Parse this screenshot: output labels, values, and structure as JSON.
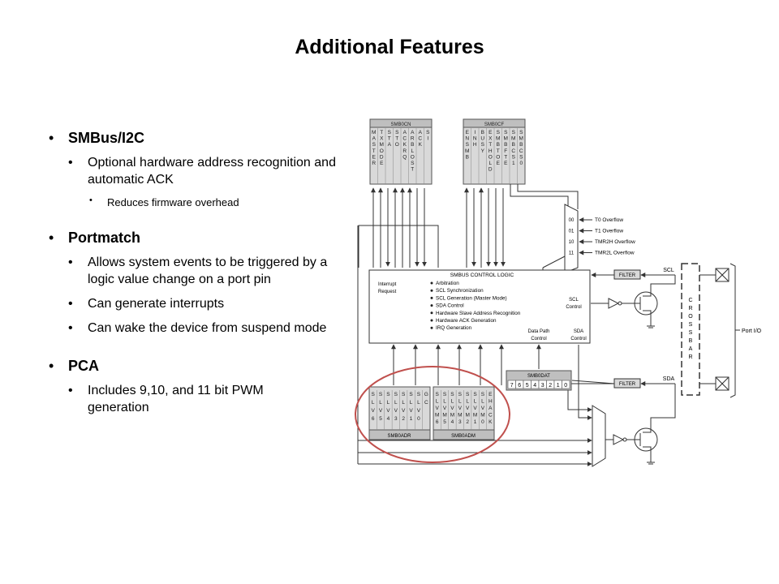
{
  "slide": {
    "title": "Additional Features",
    "sections": [
      {
        "heading": "SMBus/I2C",
        "items": [
          {
            "text": "Optional hardware address recognition and automatic ACK",
            "subitems": [
              "Reduces firmware overhead"
            ]
          }
        ]
      },
      {
        "heading": "Portmatch",
        "items": [
          {
            "text": "Allows system events to be triggered by a logic value change on a port pin"
          },
          {
            "text": "Can generate interrupts"
          },
          {
            "text": "Can wake the device from suspend mode"
          }
        ]
      },
      {
        "heading": "PCA",
        "items": [
          {
            "text": "Includes 9,10, and 11 bit PWM generation"
          }
        ]
      }
    ]
  },
  "diagram": {
    "smb0cn": {
      "name": "SMB0CN",
      "bits": [
        "MASTER",
        "TXMODE",
        "STA",
        "STO",
        "ACKRQ",
        "ARBLOST",
        "ACK",
        "SI"
      ]
    },
    "smb0cf": {
      "name": "SMB0CF",
      "bits": [
        "ENSMB",
        "INH",
        "BUSY",
        "EXTHOLD",
        "SMBTOE",
        "SMBFTE",
        "SMBCS1",
        "SMBCS0"
      ]
    },
    "mux_inputs": [
      {
        "code": "00",
        "label": "T0 Overflow"
      },
      {
        "code": "01",
        "label": "T1 Overflow"
      },
      {
        "code": "10",
        "label": "TMR2H Overflow"
      },
      {
        "code": "11",
        "label": "TMR2L Overflow"
      }
    ],
    "control_logic": {
      "title": "SMBUS CONTROL LOGIC",
      "interrupt": [
        "Interrupt",
        "Request"
      ],
      "functions": [
        "Arbitration",
        "SCL Synchronization",
        "SCL Generation (Master Mode)",
        "SDA Control",
        "Hardware Slave Address Recognition",
        "Hardware ACK Generation",
        "IRQ Generation"
      ],
      "scl_control": [
        "SCL",
        "Control"
      ],
      "data_path": [
        "Data Path",
        "Control"
      ],
      "sda_control": [
        "SDA",
        "Control"
      ]
    },
    "filter": "FILTER",
    "scl": "SCL",
    "sda": "SDA",
    "crossbar": "CROSSBAR",
    "port_io": "Port I/O",
    "smb0dat": {
      "name": "SMB0DAT",
      "bits": [
        "7",
        "6",
        "5",
        "4",
        "3",
        "2",
        "1",
        "0"
      ]
    },
    "smb0adr": {
      "name": "SMB0ADR",
      "bits": [
        "SLV6",
        "SLV5",
        "SLV4",
        "SLV3",
        "SLV2",
        "SLV1",
        "SLV0",
        "GC"
      ]
    },
    "smb0adm": {
      "name": "SMB0ADM",
      "bits": [
        "SLVM6",
        "SLVM5",
        "SLVM4",
        "SLVM3",
        "SLVM2",
        "SLVM1",
        "SLVM0",
        "EHACK"
      ]
    }
  },
  "colors": {
    "register_fill": "#d9d9d9",
    "register_header": "#bfbfbf",
    "highlight": "#c0504d",
    "line": "#333333"
  }
}
